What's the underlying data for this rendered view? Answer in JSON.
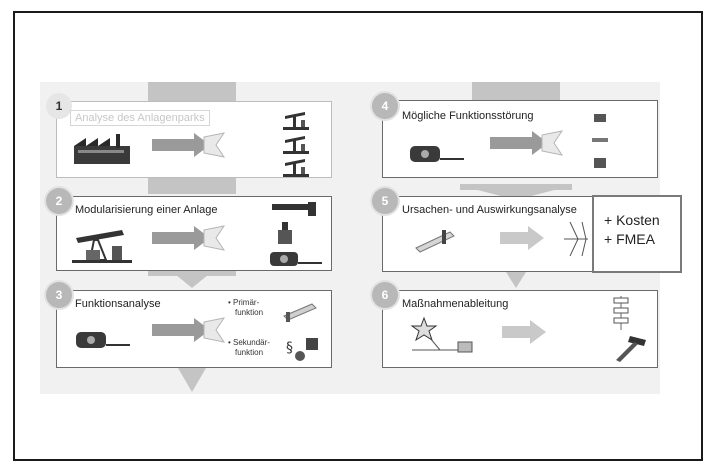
{
  "steps": [
    {
      "number": "1",
      "title": "Analyse des Anlagenparks"
    },
    {
      "number": "2",
      "title": "Modularisierung einer Anlage"
    },
    {
      "number": "3",
      "title": "Funktionsanalyse"
    },
    {
      "number": "4",
      "title": "Mögliche Funktionsstörung"
    },
    {
      "number": "5",
      "title": "Ursachen- und Auswirkungsanalyse"
    },
    {
      "number": "6",
      "title": "Maßnahmenableitung"
    }
  ],
  "functions": {
    "primary_line1": "• Primär-",
    "primary_line2": "funktion",
    "secondary_line1": "• Sekundär-",
    "secondary_line2": "funktion"
  },
  "callout": {
    "line1": "+ Kosten",
    "line2": "+ FMEA"
  },
  "colors": {
    "band": "#c4c4c4",
    "arrow": "#9a9a9a",
    "border": "#6a6a6a"
  }
}
